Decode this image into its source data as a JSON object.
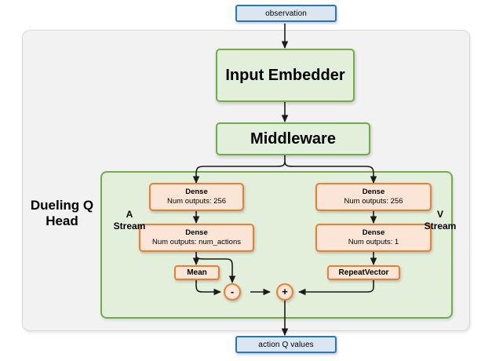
{
  "diagram": {
    "title": "Dueling Q Head network architecture",
    "colors": {
      "blue_border": "#1f7ac0",
      "blue_fill": "#dce6f1",
      "green_border": "#70ad47",
      "green_fill": "#e2efda",
      "orange_border": "#ed7d31",
      "orange_fill": "#fbe5d6",
      "gray_fill": "#f2f2f2",
      "gray_border": "#d9d9d9",
      "edge": "#1a1a1a"
    },
    "io": {
      "input_label": "observation",
      "output_label": "action Q values"
    },
    "modules": {
      "input_embedder": "Input Embedder",
      "middleware": "Middleware"
    },
    "head": {
      "container_label": "Dueling Q Head",
      "a_stream_label": "A\nStream",
      "v_stream_label": "V\nStream"
    },
    "a_stream": {
      "dense1": {
        "title": "Dense",
        "subtitle": "Num outputs: 256"
      },
      "dense2": {
        "title": "Dense",
        "subtitle": "Num outputs: num_actions"
      },
      "mean": "Mean",
      "operator": "-"
    },
    "v_stream": {
      "dense1": {
        "title": "Dense",
        "subtitle": "Num outputs: 256"
      },
      "dense2": {
        "title": "Dense",
        "subtitle": "Num outputs: 1"
      },
      "repeat_vector": "RepeatVector"
    },
    "merge": {
      "operator": "+"
    }
  }
}
